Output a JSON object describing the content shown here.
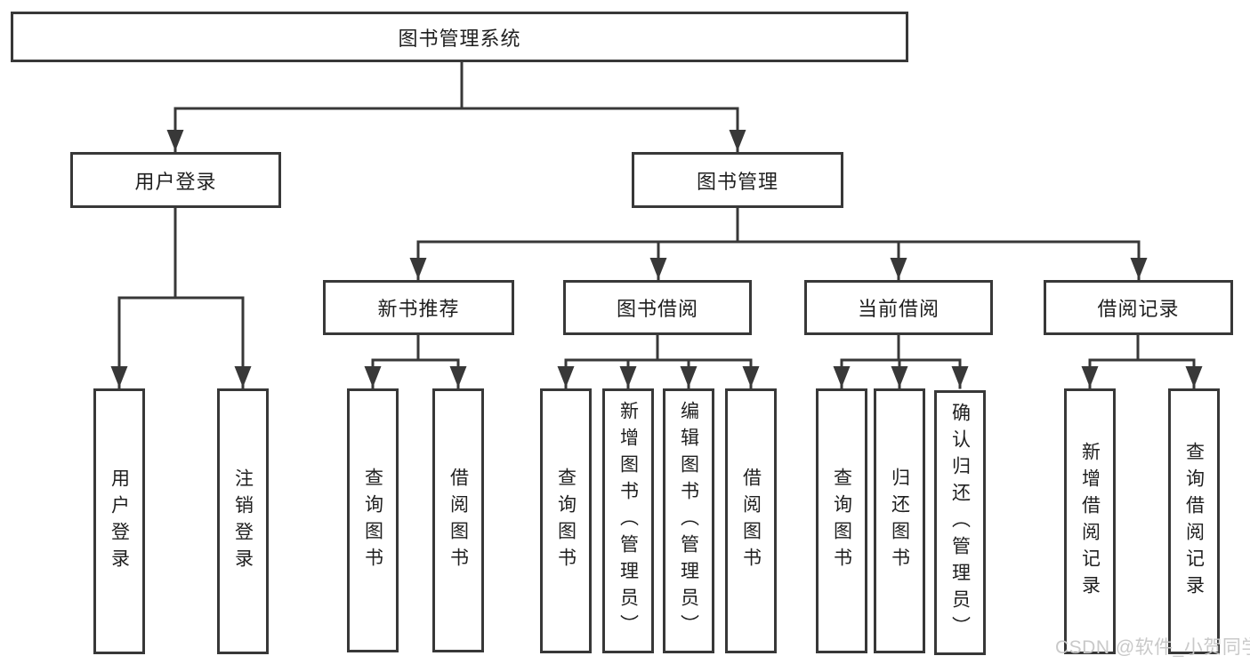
{
  "diagram": {
    "root": {
      "label": "图书管理系统"
    },
    "branches": [
      {
        "label": "用户登录",
        "leaves": [
          {
            "label": "用户登录"
          },
          {
            "label": "注销登录"
          }
        ]
      },
      {
        "label": "图书管理",
        "groups": [
          {
            "label": "新书推荐",
            "leaves": [
              {
                "label": "查询图书"
              },
              {
                "label": "借阅图书"
              }
            ]
          },
          {
            "label": "图书借阅",
            "leaves": [
              {
                "label": "查询图书"
              },
              {
                "label": "新增图书（管理员）"
              },
              {
                "label": "编辑图书（管理员）"
              },
              {
                "label": "借阅图书"
              }
            ]
          },
          {
            "label": "当前借阅",
            "leaves": [
              {
                "label": "查询图书"
              },
              {
                "label": "归还图书"
              },
              {
                "label": "确认归还（管理员）"
              }
            ]
          },
          {
            "label": "借阅记录",
            "leaves": [
              {
                "label": "新增借阅记录"
              },
              {
                "label": "查询借阅记录"
              }
            ]
          }
        ]
      }
    ]
  },
  "watermark": {
    "text": "CSDN @软件_小贺同学"
  },
  "colors": {
    "line": "#383838",
    "box_border": "#383838",
    "box_fill": "#ffffff",
    "text": "#1f1f1f",
    "watermark": "#c9c9c9"
  }
}
